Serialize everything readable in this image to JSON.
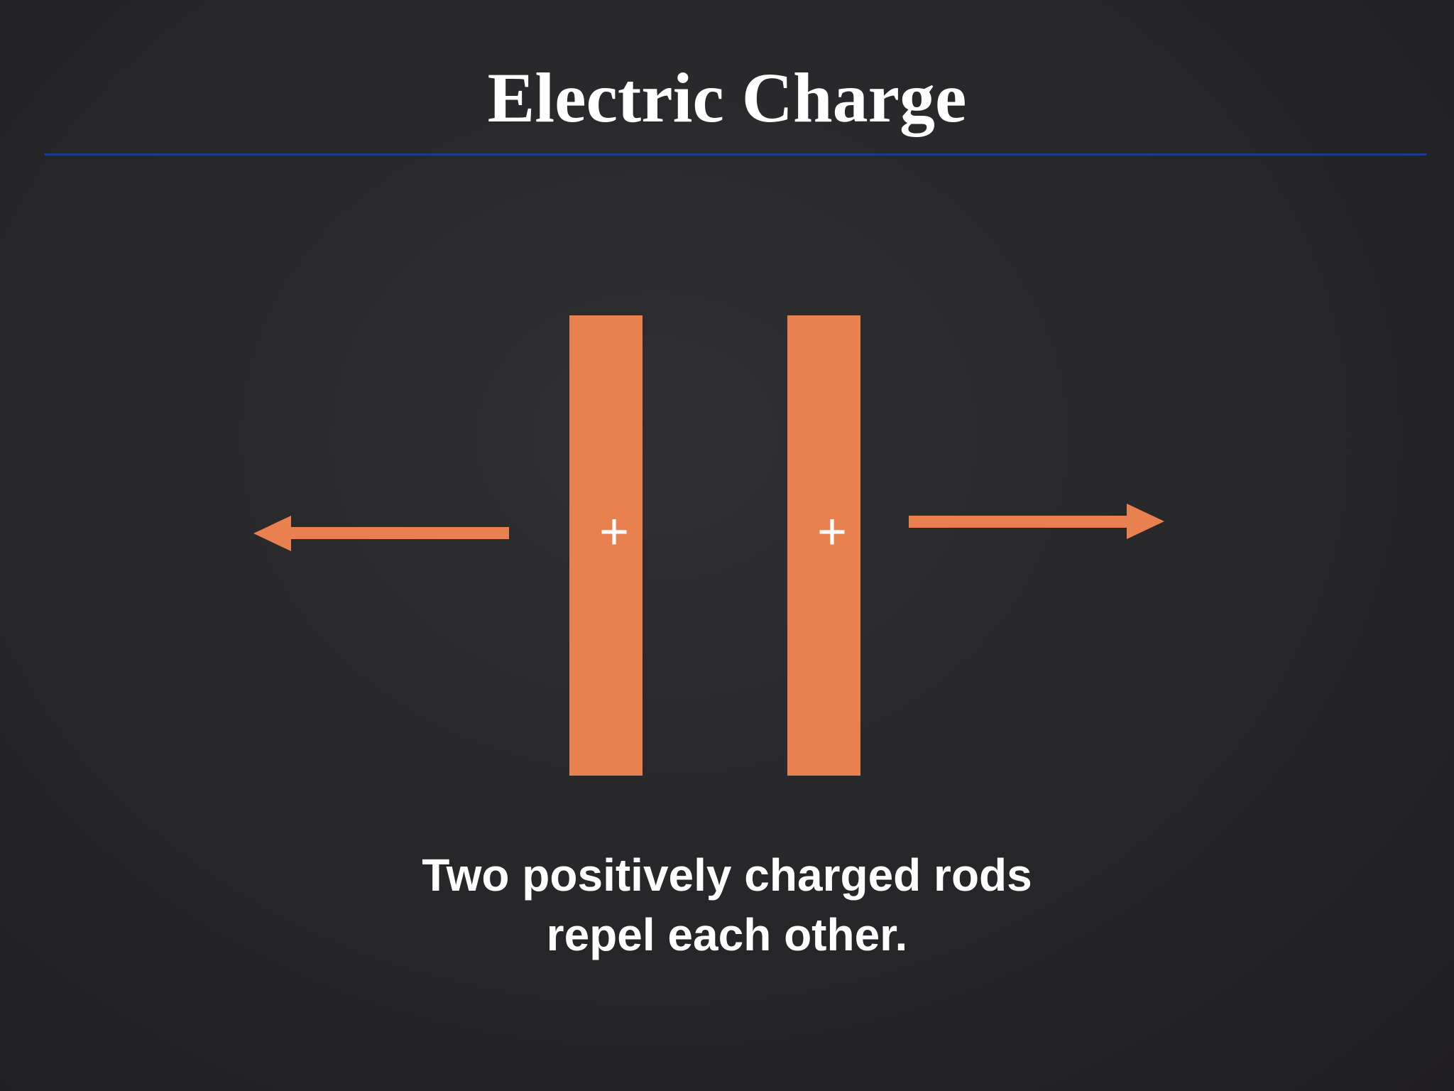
{
  "slide": {
    "title": "Electric Charge",
    "caption_lines": [
      "Two positively charged rods",
      "repel each other."
    ]
  },
  "diagram": {
    "rods": [
      {
        "charge_label": "+"
      },
      {
        "charge_label": "+"
      }
    ],
    "colors": {
      "rod": "#e8804f",
      "arrow": "#e8804f",
      "divider": "#1c3a8c",
      "text": "#ffffff"
    },
    "arrows": [
      {
        "direction": "left",
        "icon": "arrow-left-icon"
      },
      {
        "direction": "right",
        "icon": "arrow-right-icon"
      }
    ]
  }
}
